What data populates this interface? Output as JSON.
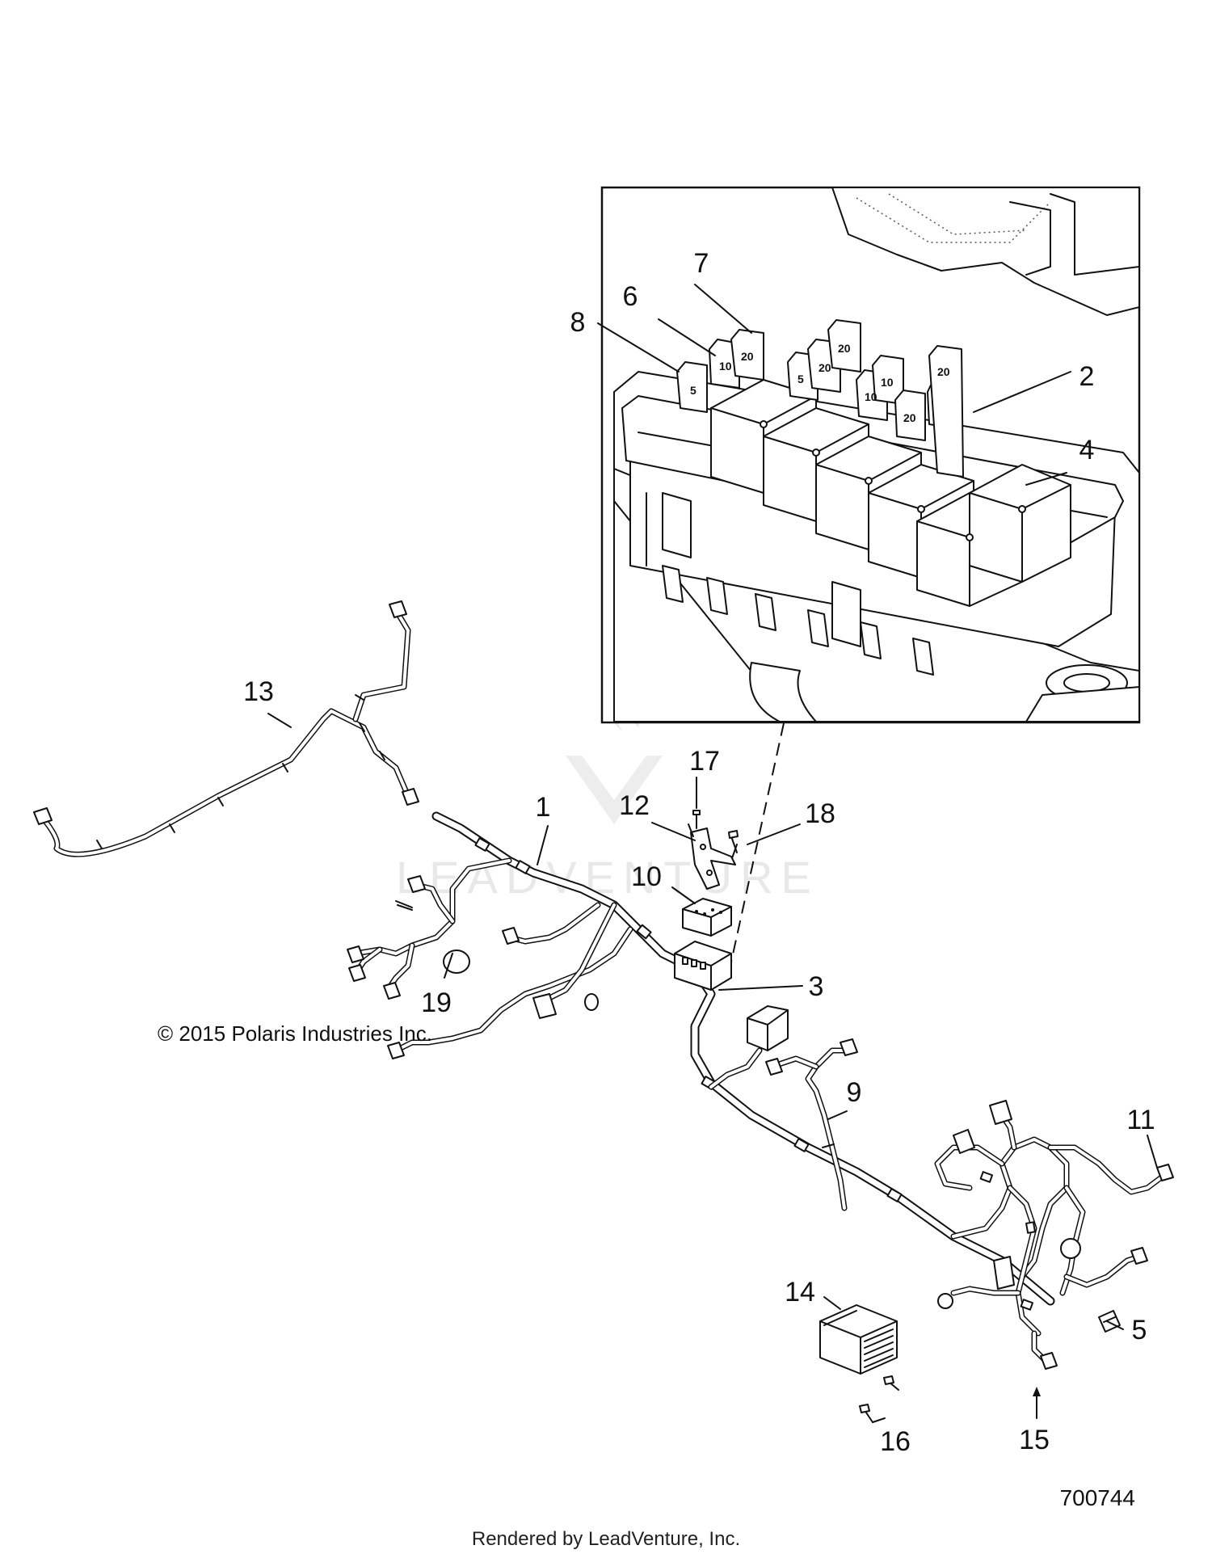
{
  "callouts": [
    {
      "id": "1",
      "label": "1"
    },
    {
      "id": "2",
      "label": "2"
    },
    {
      "id": "3",
      "label": "3"
    },
    {
      "id": "4",
      "label": "4"
    },
    {
      "id": "5",
      "label": "5"
    },
    {
      "id": "6",
      "label": "6"
    },
    {
      "id": "7",
      "label": "7"
    },
    {
      "id": "8",
      "label": "8"
    },
    {
      "id": "9",
      "label": "9"
    },
    {
      "id": "10",
      "label": "10"
    },
    {
      "id": "11",
      "label": "11"
    },
    {
      "id": "12",
      "label": "12"
    },
    {
      "id": "13",
      "label": "13"
    },
    {
      "id": "14",
      "label": "14"
    },
    {
      "id": "15",
      "label": "15"
    },
    {
      "id": "16",
      "label": "16"
    },
    {
      "id": "17",
      "label": "17"
    },
    {
      "id": "18",
      "label": "18"
    },
    {
      "id": "19",
      "label": "19"
    }
  ],
  "fuse_ratings": [
    "20",
    "10",
    "5",
    "20",
    "5",
    "10",
    "10",
    "20",
    "20",
    "20"
  ],
  "watermark": "LEADVENTURE",
  "copyright": "© 2015 Polaris Industries Inc.",
  "figure_number": "700744",
  "footer": "Rendered by LeadVenture, Inc."
}
